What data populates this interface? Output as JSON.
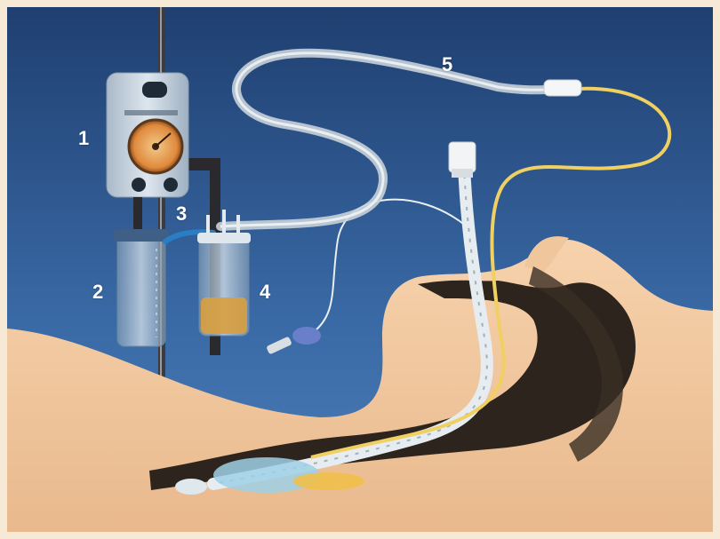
{
  "callouts": [
    {
      "number": "1",
      "part": "vacuum-regulator"
    },
    {
      "number": "2",
      "part": "collection-canister"
    },
    {
      "number": "3",
      "part": "suction-connector"
    },
    {
      "number": "4",
      "part": "overflow-trap"
    },
    {
      "number": "5",
      "part": "suction-tubing"
    }
  ],
  "colors": {
    "background_blue": "#2f5d95",
    "frame_beige": "#f6ead6",
    "skin": "#f2c9a0",
    "airway_dark": "#2c241d",
    "catheter_yellow": "#f0d060",
    "tube_clear": "#c8d2d8",
    "regulator_body": "#c7d5e1",
    "gauge_orange": "#e08a3c",
    "fluid_amber": "#d9a040"
  }
}
